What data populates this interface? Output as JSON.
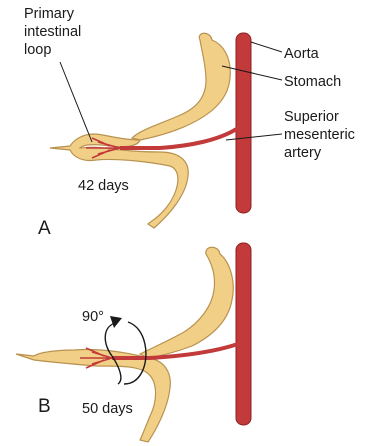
{
  "panel_a": {
    "letter": "A",
    "age": "42 days",
    "primary_loop_label": [
      "Primary",
      "intestinal",
      "loop"
    ],
    "aorta": "Aorta",
    "stomach": "Stomach",
    "sma_label": [
      "Superior",
      "mesenteric",
      "artery"
    ]
  },
  "panel_b": {
    "letter": "B",
    "age": "50 days",
    "rotation": "90°"
  },
  "colors": {
    "gut_fill": "#f2cf86",
    "gut_outline": "#b89250",
    "vessel": "#c23a3a",
    "vessel_dark": "#8e1f22",
    "text": "#1a1a1a"
  }
}
